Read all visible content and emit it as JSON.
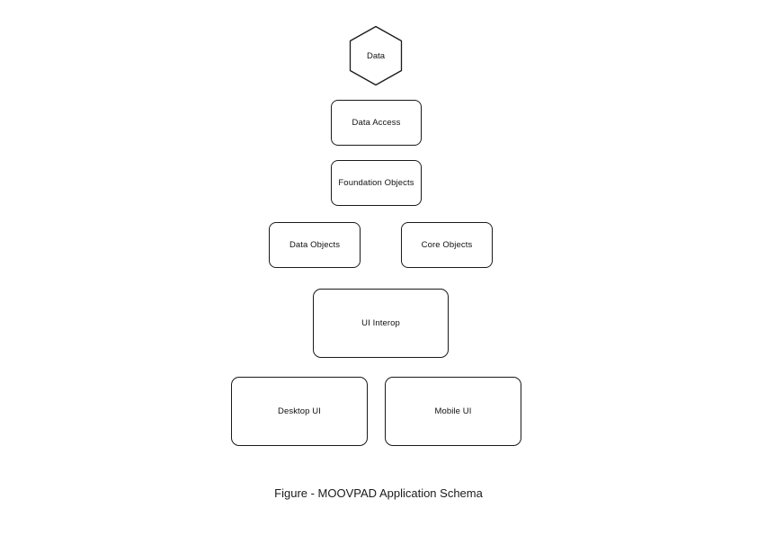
{
  "diagram": {
    "nodes": {
      "data": "Data",
      "data_access": "Data Access",
      "foundation_objects": "Foundation Objects",
      "data_objects": "Data Objects",
      "core_objects": "Core Objects",
      "ui_interop": "UI Interop",
      "desktop_ui": "Desktop UI",
      "mobile_ui": "Mobile UI"
    },
    "caption": "Figure - MOOVPAD Application Schema"
  },
  "colors": {
    "stroke": "#1a1a1a",
    "background": "#ffffff",
    "text": "#111111"
  }
}
